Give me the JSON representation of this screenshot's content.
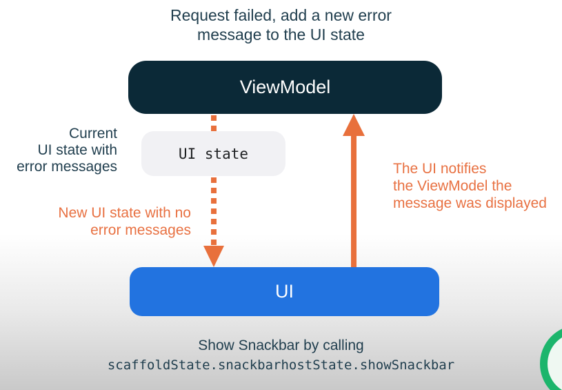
{
  "title": {
    "lines": [
      "Request failed, add a new error",
      "message to the UI state"
    ]
  },
  "nodes": {
    "viewmodel": {
      "label": "ViewModel"
    },
    "ui_state": {
      "label": "UI state"
    },
    "ui": {
      "label": "UI"
    }
  },
  "annotations": {
    "current_state": {
      "lines": [
        "Current",
        "UI state with",
        "error messages"
      ]
    },
    "new_state": {
      "lines": [
        "New UI state with no",
        "error messages"
      ]
    },
    "notify": {
      "lines": [
        "The UI notifies",
        "the ViewModel the",
        "message was displayed"
      ]
    }
  },
  "footer": {
    "caption": "Show Snackbar by calling",
    "code": "scaffoldState.snackbarhostState.showSnackbar"
  },
  "colors": {
    "accent_orange": "#E8703C",
    "viewmodel_box": "#0B2937",
    "ui_box_blue": "#2273E0",
    "ui_state_chip": "#F1F1F4",
    "text_dark": "#1F3D4D",
    "green_circle": "#1CB56C"
  }
}
